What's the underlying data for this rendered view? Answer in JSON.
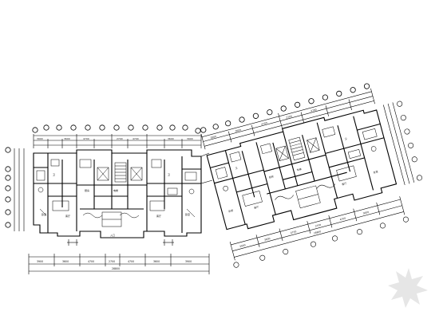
{
  "drawing": {
    "type": "floor-plan",
    "plan_count": 2,
    "background": "#ffffff",
    "line_color": "#000000",
    "dim_labels_left_bottom": [
      "3900",
      "3600",
      "4700",
      "2700",
      "4700",
      "3600",
      "3900"
    ],
    "dim_total_left_bottom": "28800",
    "dim_labels_left_top": [
      "3900",
      "3600",
      "4700",
      "2700",
      "4700",
      "3600",
      "3900"
    ],
    "dim_labels_right_bottom": [
      "3900",
      "3600",
      "4700",
      "2700",
      "4700",
      "3600"
    ],
    "dim_total_right_bottom": "28800",
    "dim_labels_right_top": [
      "3900",
      "3600",
      "4700",
      "2700",
      "4700"
    ]
  },
  "watermark": {
    "icon": "watermark-logo-icon",
    "color": "#e6e6e6"
  }
}
